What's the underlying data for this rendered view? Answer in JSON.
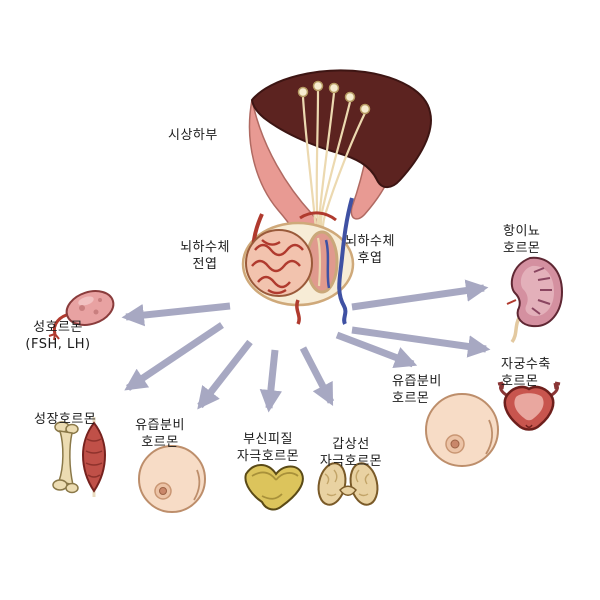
{
  "diagram": {
    "labels": {
      "hypothalamus": "시상하부",
      "anterior_pituitary": "뇌하수체\n전엽",
      "posterior_pituitary": "뇌하수체\n후엽",
      "sex_hormone": "성호르몬\n(FSH, LH)",
      "growth_hormone": "성장호르몬",
      "prolactin_left": "유즙분비\n호르몬",
      "adrenocorticotropic": "부신피질\n자극호르몬",
      "thyroid_stimulating": "갑상선\n자극호르몬",
      "prolactin_right": "유즙분비\n호르몬",
      "antidiuretic": "항이뇨\n호르몬",
      "uterine_contraction": "자궁수축\n호르몬"
    },
    "colors": {
      "arrow": "#a7a8c2",
      "brain_dark": "#5c2320",
      "tissue_pink": "#e89a93",
      "gland_pink": "#f2c3ae",
      "vessel_red": "#b03a2e",
      "vessel_blue": "#3f51a3",
      "nerve_beige": "#ecd9b0",
      "text": "#1c1c1c"
    }
  }
}
